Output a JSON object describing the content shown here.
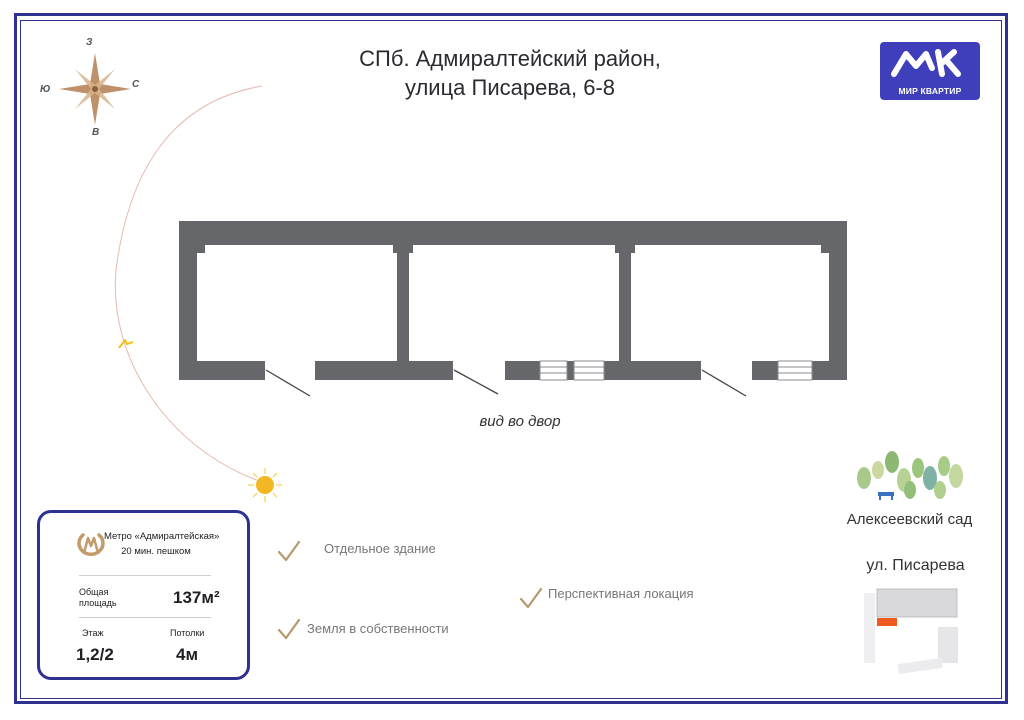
{
  "title": {
    "line1": "СПб. Адмиралтейский район,",
    "line2": "улица Писарева, 6-8"
  },
  "logo": {
    "text": "МИР КВАРТИР",
    "color": "#3f3fbc"
  },
  "compass": {
    "north": "З",
    "east": "С",
    "south": "В",
    "west": "Ю"
  },
  "plan": {
    "view_label": "вид во двор",
    "wall_color": "#66676a"
  },
  "surroundings": {
    "garden_label": "Алексеевский сад",
    "street_label": "ул. Писарева",
    "highlight_color": "#ef5a1f"
  },
  "features": [
    {
      "label": "Отдельное здание"
    },
    {
      "label": "Перспективная локация"
    },
    {
      "label": "Земля в собственности"
    }
  ],
  "info": {
    "metro_name": "Метро «Адмиралтейская»",
    "metro_walk": "20 мин. пешком",
    "area_label_1": "Общая",
    "area_label_2": "площадь",
    "area_value": "137м²",
    "floor_label": "Этаж",
    "floor_value": "1,2/2",
    "ceiling_label": "Потолки",
    "ceiling_value": "4м"
  },
  "colors": {
    "frame": "#2f3191",
    "sun": "#f2b824",
    "moon": "#f2c21a",
    "check": "#b49a6c"
  }
}
